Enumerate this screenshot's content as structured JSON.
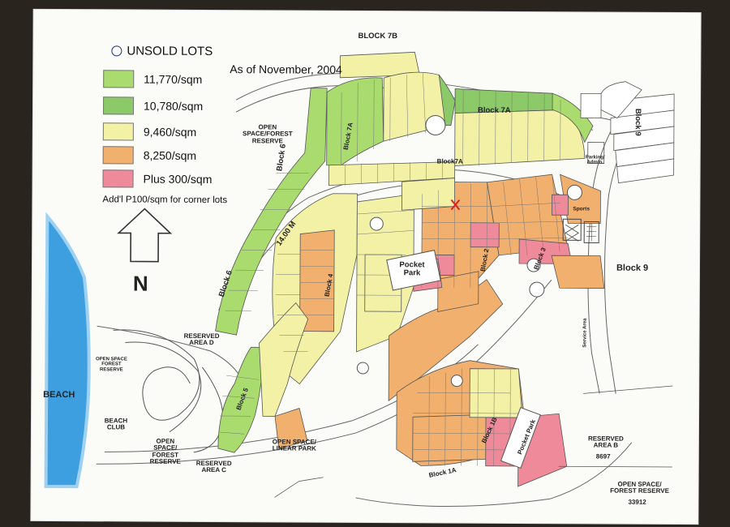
{
  "legend": {
    "title": "UNSOLD LOTS",
    "items": [
      {
        "label": "11,770/sqm",
        "color": "#a9db6e"
      },
      {
        "label": "10,780/sqm",
        "color": "#8cc968"
      },
      {
        "label": "9,460/sqm",
        "color": "#f2f1a6"
      },
      {
        "label": "8,250/sqm",
        "color": "#f2b06e"
      },
      {
        "label": "Plus 300/sqm",
        "color": "#ee8a9a"
      }
    ],
    "note": "Add'l P100/sqm for corner lots",
    "as_of": "As of November, 2004"
  },
  "colors": {
    "water": "#3d9fe0",
    "water_edge": "#9fd2f2",
    "road": "#ffffff",
    "road_edge": "#555555",
    "outline": "#444444"
  },
  "labels": {
    "block7b": "BLOCK 7B",
    "block7a": "Block 7A",
    "block7a_lower": "Block7A",
    "block7a_vert": "Block 7A",
    "block9_top": "Block 9",
    "block9": "Block 9",
    "block6": "Block 6",
    "block6_lower": "Block 6",
    "block1a": "Block 1A",
    "block1b": "Block 1B",
    "block2": "Block 2",
    "block3": "Block 3",
    "block4": "Block 4",
    "block5": "Block 5",
    "open_space_forest": "OPEN SPACE/FOREST RESERVE",
    "beach": "BEACH",
    "beach_club": "BEACH CLUB",
    "open_space_small": "OPEN SPACE FOREST RESERVE",
    "reserved_d": "RESERVED AREA D",
    "reserved_c": "RESERVED AREA C",
    "open_space_forest_2": "OPEN SPACE/ FOREST RESERVE",
    "linear_park": "OPEN SPACE/ LINEAR PARK",
    "reserved_b": "RESERVED AREA B",
    "reserved_b_num": "8697",
    "open_space_b": "OPEN SPACE/ FOREST RESERVE",
    "open_space_b_num": "33912",
    "pocket_park": "Pocket Park",
    "pocket_park_2": "Pocket Park",
    "parking": "Parking/ Admin.",
    "sports": "Sports",
    "service_area": "Service Area",
    "road_14m": "14.00 M",
    "north": "N",
    "mark": "X"
  }
}
